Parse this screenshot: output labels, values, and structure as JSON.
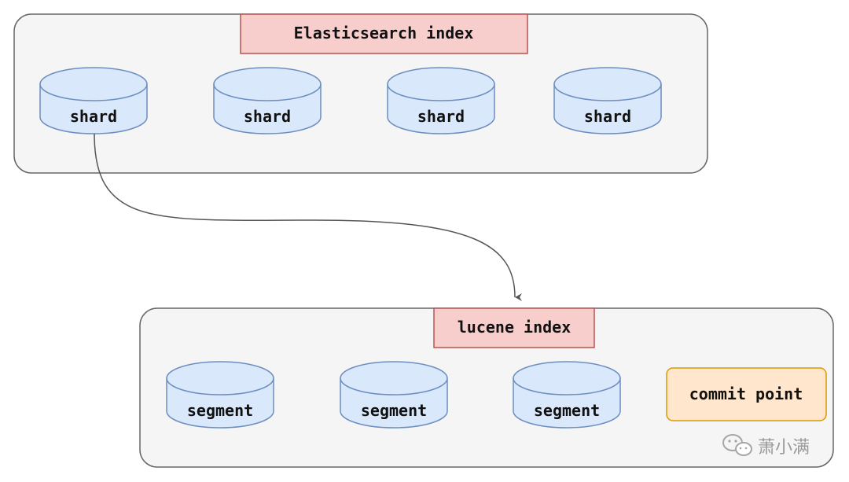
{
  "elasticsearch_group": {
    "title": "Elasticsearch index",
    "shards": [
      {
        "label": "shard"
      },
      {
        "label": "shard"
      },
      {
        "label": "shard"
      },
      {
        "label": "shard"
      }
    ]
  },
  "lucene_group": {
    "title": "lucene index",
    "segments": [
      {
        "label": "segment"
      },
      {
        "label": "segment"
      },
      {
        "label": "segment"
      }
    ],
    "commit_point": {
      "label": "commit point"
    }
  },
  "watermark": {
    "text": "萧小满",
    "icon": "wechat-icon"
  },
  "colors": {
    "group_fill": "#f5f5f5",
    "group_stroke": "#666666",
    "title_fill": "#f8cecc",
    "title_stroke": "#b85450",
    "cylinder_fill": "#dae8fc",
    "cylinder_stroke": "#6c8ebf",
    "commit_fill": "#ffe6cc",
    "commit_stroke": "#d79b00",
    "edge": "#555555"
  }
}
